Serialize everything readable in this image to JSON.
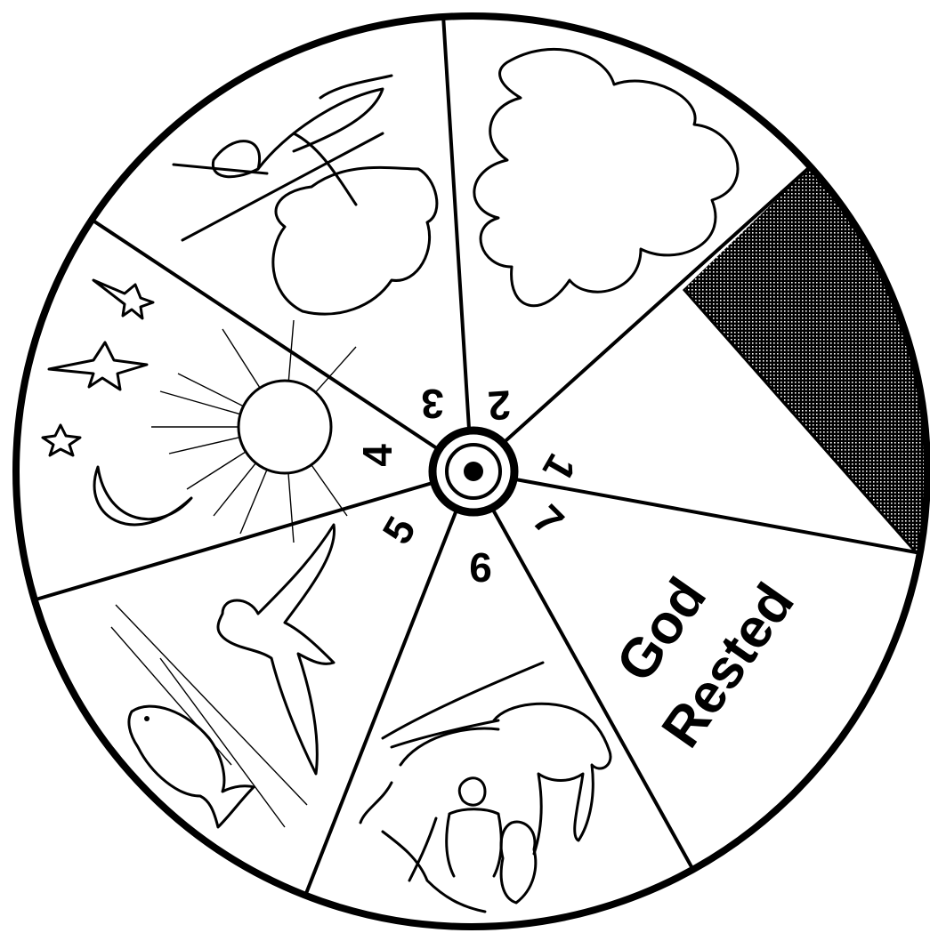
{
  "wheel": {
    "segments": [
      {
        "day": "1",
        "icon": "light-and-darkness-icon"
      },
      {
        "day": "2",
        "icon": "cloud-icon"
      },
      {
        "day": "3",
        "icon": "tree-and-land-icon"
      },
      {
        "day": "4",
        "icon": "sun-moon-stars-icon"
      },
      {
        "day": "5",
        "icon": "bird-and-fish-icon"
      },
      {
        "day": "6",
        "icon": "elephant-and-people-icon"
      },
      {
        "day": "7",
        "icon": "rest-text"
      }
    ],
    "rest_line1": "God",
    "rest_line2": "Rested",
    "colors": {
      "ink": "#000000",
      "paper": "#ffffff"
    }
  }
}
